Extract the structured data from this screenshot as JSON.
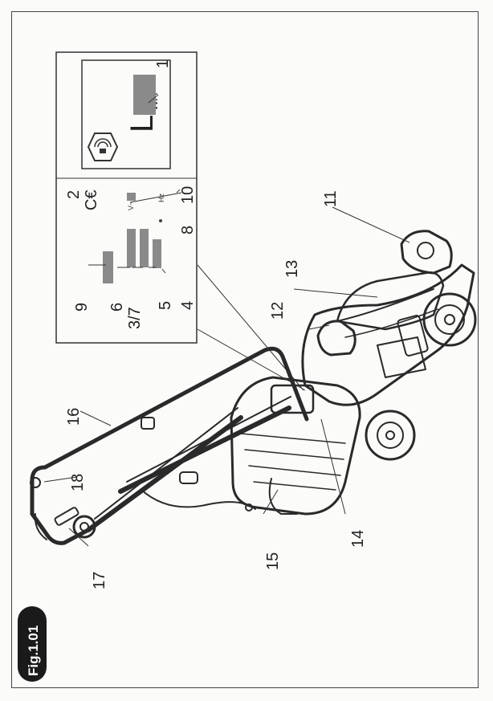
{
  "figure": {
    "badge": "Fig.1.01",
    "plate": {
      "ce_mark": "C€",
      "lwa_letter": "L",
      "lwa_sub": "WA",
      "volt_text": "V~",
      "hz_text": "Hz"
    },
    "callouts": [
      "1",
      "2",
      "10",
      "8",
      "9",
      "6",
      "3/7",
      "5",
      "4",
      "11",
      "13",
      "12",
      "16",
      "18",
      "17",
      "15",
      "14"
    ]
  },
  "colors": {
    "ink": "#222222",
    "bar_gray": "#8a8a8a",
    "badge_bg": "#1a1a1a"
  }
}
